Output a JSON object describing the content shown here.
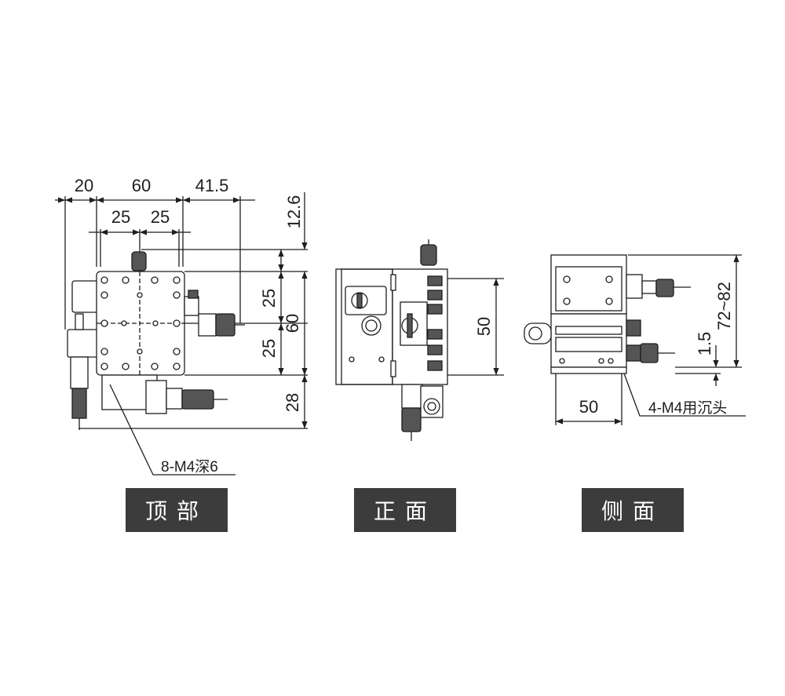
{
  "views": {
    "top": {
      "caption": "顶部",
      "note": "8-M4深6"
    },
    "front": {
      "caption": "正面"
    },
    "side": {
      "caption": "侧面",
      "note": "4-M4用沉头"
    }
  },
  "dimensions": {
    "top_row": [
      "20",
      "60",
      "41.5"
    ],
    "second_row": [
      "25",
      "25"
    ],
    "right_column": [
      "12.6",
      "25",
      "60",
      "25",
      "28"
    ],
    "front_height": "50",
    "side_width": "50",
    "side_small": "1.5",
    "side_height": "72~82"
  },
  "colors": {
    "line": "#1e1e1e",
    "caption_bg": "#3c3c3c",
    "caption_text": "#ffffff"
  }
}
